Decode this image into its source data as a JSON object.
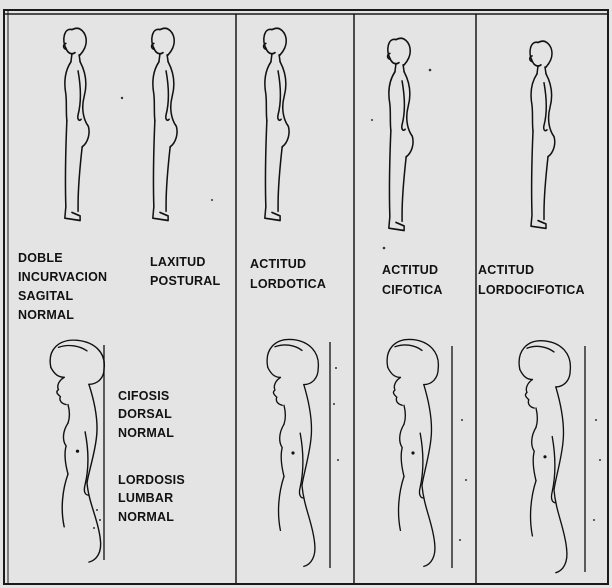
{
  "colors": {
    "paper": "#e4e4e4",
    "ink": "#111111",
    "frame": "#1a1a1a"
  },
  "top_row": {
    "panels": [
      {
        "name": "doble-incurvacion",
        "label_lines": [
          "DOBLE",
          "INCURVACION",
          "SAGITAL",
          "NORMAL"
        ]
      },
      {
        "name": "laxitud-postural",
        "label_lines": [
          "LAXITUD",
          "POSTURAL"
        ]
      },
      {
        "name": "actitud-lordotica",
        "label_lines": [
          "ACTITUD",
          "LORDOTICA"
        ]
      },
      {
        "name": "actitud-cifotica",
        "label_lines": [
          "ACTITUD",
          "CIFOTICA"
        ]
      },
      {
        "name": "actitud-lordocifotica",
        "label_lines": [
          "ACTITUD",
          "LORDOCIFOTICA"
        ]
      }
    ]
  },
  "bottom_row": {
    "annotations": {
      "cifosis": [
        "CIFOSIS",
        "DORSAL",
        "NORMAL"
      ],
      "lordosis": [
        "LORDOSIS",
        "LUMBAR",
        "NORMAL"
      ]
    }
  }
}
